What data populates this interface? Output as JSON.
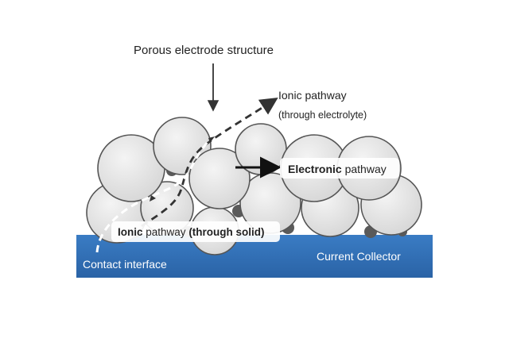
{
  "labels": {
    "porous_structure": "Porous electrode structure",
    "ionic_electrolyte_title": "Ionic pathway",
    "ionic_electrolyte_sub": "(through electrolyte)",
    "electronic_bold": "Electronic",
    "electronic_rest": " pathway",
    "ionic_solid_part1": "Ionic",
    "ionic_solid_part2": " pathway ",
    "ionic_solid_part3": "(through solid)",
    "contact_interface": "Contact interface",
    "current_collector": "Current Collector"
  },
  "colors": {
    "collector": "#2f6db3",
    "particle_fill": "#e6e6e6",
    "particle_stroke": "#555555",
    "contact_dot": "#5a5a5a",
    "pathway": "#333333",
    "arrow": "#111111"
  }
}
